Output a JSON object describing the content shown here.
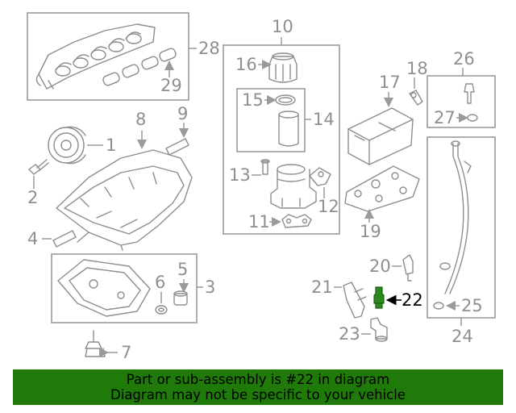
{
  "labels": {
    "n1": "1",
    "n2": "2",
    "n3": "3",
    "n4": "4",
    "n5": "5",
    "n6": "6",
    "n7": "7",
    "n8": "8",
    "n9": "9",
    "n10": "10",
    "n11": "11",
    "n12": "12",
    "n13": "13",
    "n14": "14",
    "n15": "15",
    "n16": "16",
    "n17": "17",
    "n18": "18",
    "n19": "19",
    "n20": "20",
    "n21": "21",
    "n22": "22",
    "n23": "23",
    "n24": "24",
    "n25": "25",
    "n26": "26",
    "n27": "27",
    "n28": "28",
    "n29": "29"
  },
  "highlight": {
    "part": "22",
    "color": "#2b8a1e"
  },
  "banner": {
    "line1": "Part or sub-assembly is #22 in diagram",
    "line2": "Diagram may not be specific to your vehicle",
    "color": "#1f7a0a"
  }
}
